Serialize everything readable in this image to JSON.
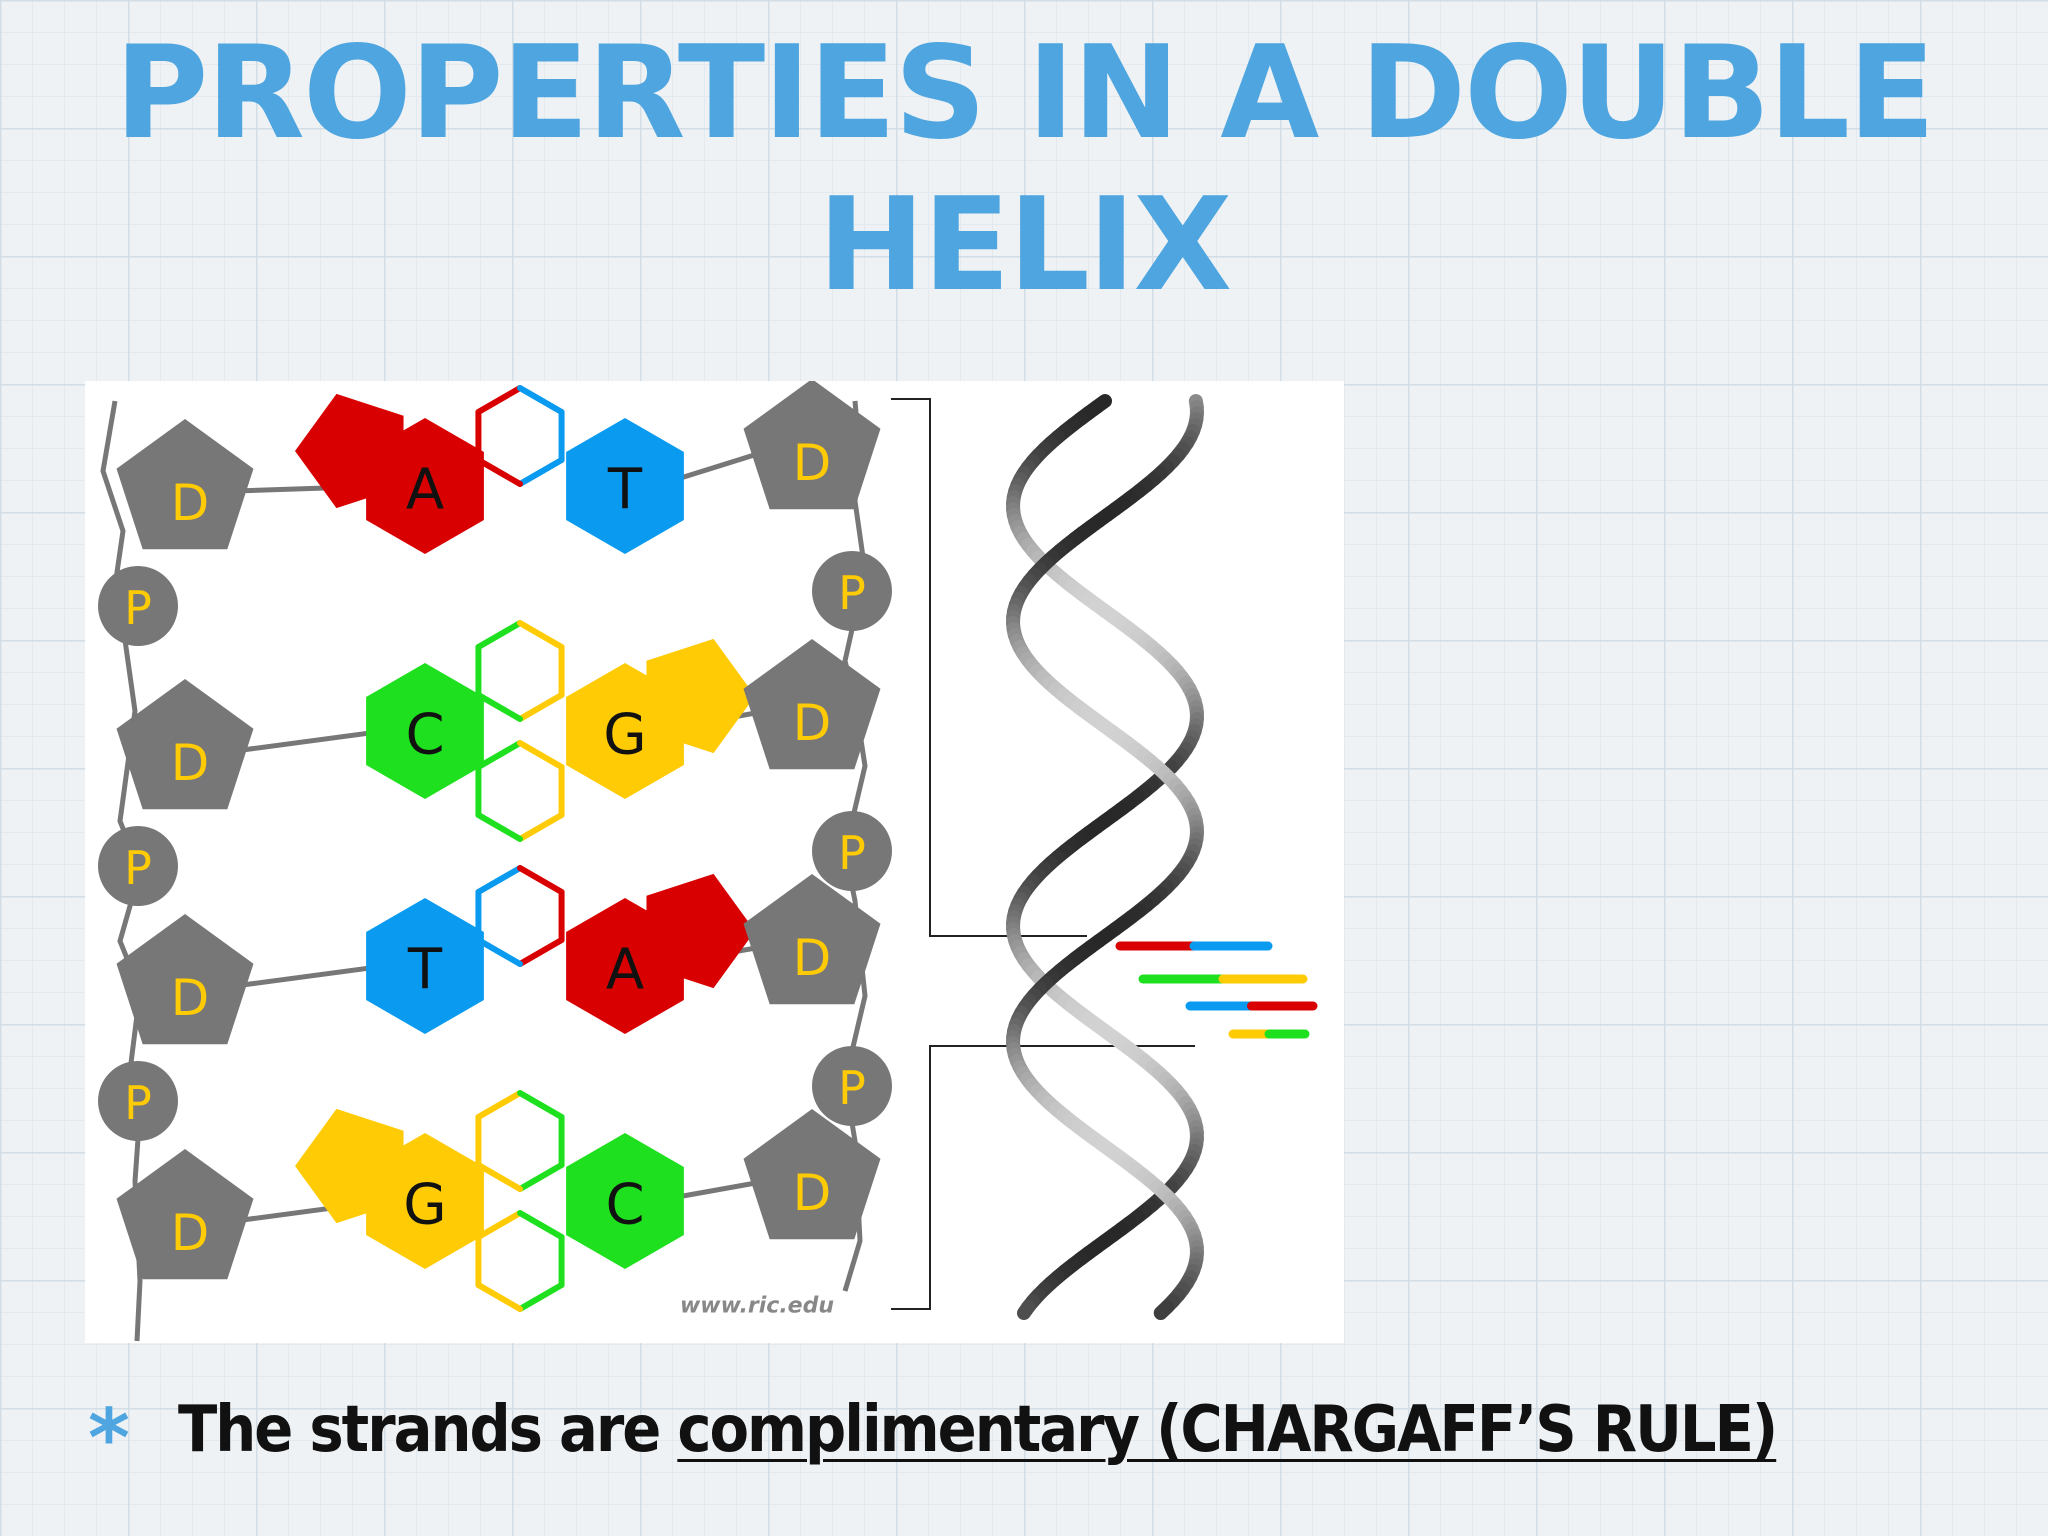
{
  "title": {
    "line1": "PROPERTIES IN A DOUBLE",
    "line2": "HELIX"
  },
  "diagram": {
    "labels": {
      "deoxyribose": "D",
      "phosphate": "P",
      "adenine": "A",
      "thymine": "T",
      "cytosine": "C",
      "guanine": "G"
    },
    "base_pairs": [
      {
        "left": "A",
        "right": "T"
      },
      {
        "left": "C",
        "right": "G"
      },
      {
        "left": "T",
        "right": "A"
      },
      {
        "left": "G",
        "right": "C"
      }
    ],
    "credit": "www.ric.edu",
    "colors": {
      "A": "#d80000",
      "T": "#0a9bf0",
      "C": "#1ee01e",
      "G": "#ffcb05",
      "backbone": "#777777",
      "backbone_text": "#ffcb05"
    }
  },
  "bullet": {
    "icon": "asterisk-bullet-icon",
    "text_plain": "The strands are ",
    "text_underlined": "complimentary (CHARGAFF’S RULE)"
  }
}
